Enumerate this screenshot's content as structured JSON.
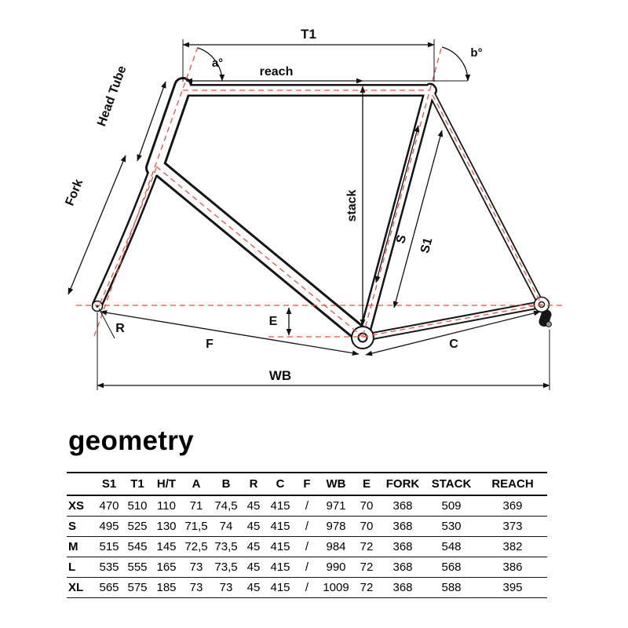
{
  "heading": {
    "title": "geometry"
  },
  "diagram": {
    "colors": {
      "centerline_red": "#ef4e42"
    },
    "labels": {
      "t1": "T1",
      "a_deg": "a°",
      "b_deg": "b°",
      "reach": "reach",
      "head_tube": "Head Tube",
      "fork": "Fork",
      "stack": "stack",
      "s": "S",
      "s1": "S1",
      "r": "R",
      "e": "E",
      "f": "F",
      "c": "C",
      "wb": "WB"
    }
  },
  "table": {
    "columns": [
      "S1",
      "T1",
      "H/T",
      "A",
      "B",
      "R",
      "C",
      "F",
      "WB",
      "E",
      "FORK",
      "STACK",
      "REACH"
    ],
    "rows": [
      {
        "size": "XS",
        "values": [
          "470",
          "510",
          "110",
          "71",
          "74,5",
          "45",
          "415",
          "/",
          "971",
          "70",
          "368",
          "509",
          "369"
        ]
      },
      {
        "size": "S",
        "values": [
          "495",
          "525",
          "130",
          "71,5",
          "74",
          "45",
          "415",
          "/",
          "978",
          "70",
          "368",
          "530",
          "373"
        ]
      },
      {
        "size": "M",
        "values": [
          "515",
          "545",
          "145",
          "72,5",
          "73,5",
          "45",
          "415",
          "/",
          "984",
          "72",
          "368",
          "548",
          "382"
        ]
      },
      {
        "size": "L",
        "values": [
          "535",
          "555",
          "165",
          "73",
          "73,5",
          "45",
          "415",
          "/",
          "990",
          "72",
          "368",
          "568",
          "386"
        ]
      },
      {
        "size": "XL",
        "values": [
          "565",
          "575",
          "185",
          "73",
          "73",
          "45",
          "415",
          "/",
          "1009",
          "72",
          "368",
          "588",
          "395"
        ]
      }
    ]
  }
}
